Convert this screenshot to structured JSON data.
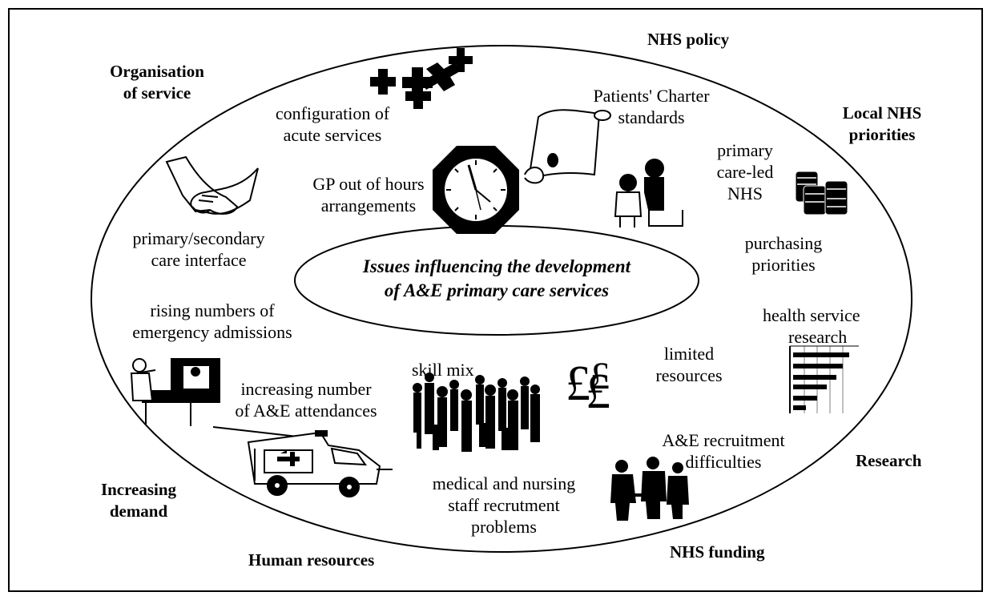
{
  "center": {
    "line1": "Issues influencing the development",
    "line2": "of A&E primary care services"
  },
  "categories": {
    "nhs_policy": "NHS policy",
    "organisation_line1": "Organisation",
    "organisation_line2": "of service",
    "local_nhs_line1": "Local NHS",
    "local_nhs_line2": "priorities",
    "research": "Research",
    "increasing_demand_line1": "Increasing",
    "increasing_demand_line2": "demand",
    "human_resources": "Human resources",
    "nhs_funding": "NHS funding"
  },
  "issues": {
    "configuration_line1": "configuration of",
    "configuration_line2": "acute services",
    "patients_charter_line1": "Patients' Charter",
    "patients_charter_line2": "standards",
    "primary_care_led_line1": "primary",
    "primary_care_led_line2": "care-led",
    "primary_care_led_line3": "NHS",
    "gp_out_of_hours_line1": "GP out of hours",
    "gp_out_of_hours_line2": "arrangements",
    "interface_line1": "primary/secondary",
    "interface_line2": "care interface",
    "purchasing_line1": "purchasing",
    "purchasing_line2": "priorities",
    "rising_admissions_line1": "rising numbers of",
    "rising_admissions_line2": "emergency admissions",
    "health_research_line1": "health service",
    "health_research_line2": "research",
    "skill_mix": "skill mix",
    "limited_resources_line1": "limited",
    "limited_resources_line2": "resources",
    "increasing_attendances_line1": "increasing number",
    "increasing_attendances_line2": "of A&E attendances",
    "ae_recruitment_line1": "A&E recruitment",
    "ae_recruitment_line2": "difficulties",
    "staff_recruitment_line1": "medical and nursing",
    "staff_recruitment_line2": "staff recrutment",
    "staff_recruitment_line3": "problems"
  },
  "icons": {
    "pound_signs": "£",
    "clock": "clock-icon",
    "scroll": "scroll-icon",
    "handshake": "handshake-icon",
    "coins": "coins-icon",
    "ambulance": "ambulance-icon",
    "crowd": "crowd-icon",
    "bed": "hospital-bed-icon",
    "bar_chart": "bar-chart-icon",
    "business_people": "business-people-icon",
    "crosses": "medical-crosses-icon",
    "doctor_patient": "doctor-patient-icon"
  }
}
